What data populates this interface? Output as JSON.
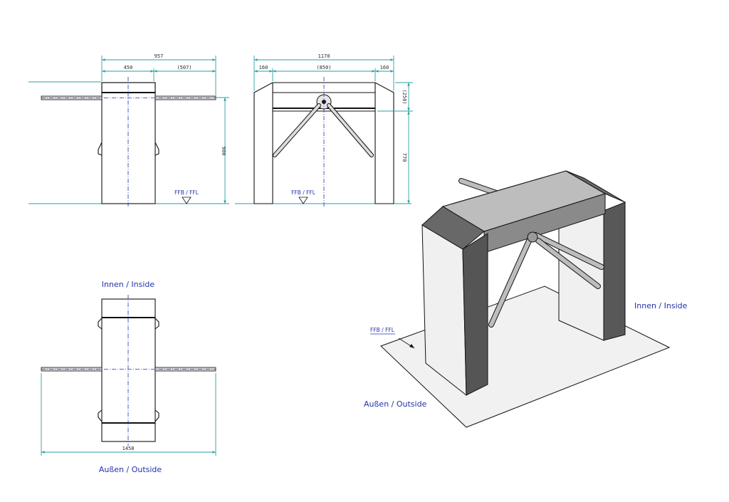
{
  "labels": {
    "inside": "Innen / Inside",
    "outside": "Außen / Outside",
    "floor": "FFB / FFL"
  },
  "side_view": {
    "overall_width": "957",
    "left_width": "450",
    "right_width": "(507)",
    "height": "900"
  },
  "front_view": {
    "overall_width": "1170",
    "left_post": "160",
    "passage": "(850)",
    "right_post": "160",
    "top_height": "(250)",
    "passage_height": "770"
  },
  "plan_view": {
    "overall_width": "1458"
  },
  "colors": {
    "dimension_lines": "#2a9fa3",
    "label_text": "#2233aa",
    "steel_dark": "#555555",
    "steel_light": "#bdbdbd"
  }
}
